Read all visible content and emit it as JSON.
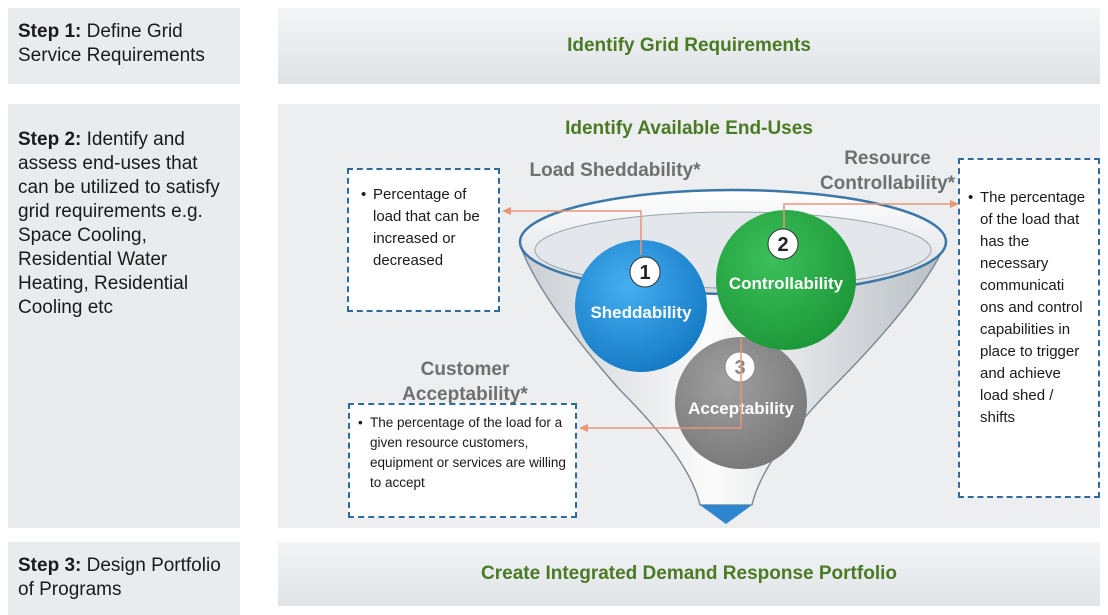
{
  "steps": [
    {
      "label": "Step 1:",
      "text": "Define Grid Service Requirements"
    },
    {
      "label": "Step 2:",
      "text": "Identify and assess end-uses that can be utilized to satisfy grid requirements  e.g. Space Cooling, Residential Water Heating, Residential Cooling  etc"
    },
    {
      "label": "Step 3:",
      "text": "Design Portfolio of Programs"
    }
  ],
  "bands": {
    "top": "Identify Grid Requirements",
    "middle": "Identify Available End-Uses",
    "bottom": "Create Integrated Demand Response Portfolio"
  },
  "callouts": {
    "load_sheddability": {
      "title": "Load Sheddability*",
      "text": "Percentage of load that can be increased or decreased"
    },
    "resource_controllability": {
      "title_line1": "Resource",
      "title_line2": "Controllability*",
      "text": "The percentage of the load that has the necessary communicati ons and control capabilities in place to trigger and achieve load shed / shifts"
    },
    "customer_acceptability": {
      "title_line1": "Customer",
      "title_line2": "Acceptability*",
      "text": "The percentage of the load for a given resource customers, equipment or services  are willing to accept"
    }
  },
  "circles": [
    {
      "number": "1",
      "label": "Sheddability",
      "color": "#1f8fd6"
    },
    {
      "number": "2",
      "label": "Controllability",
      "color": "#2aa845"
    },
    {
      "number": "3",
      "label": "Acceptability",
      "color": "#8a8a8a"
    }
  ],
  "colors": {
    "accent_green": "#4a7a24",
    "dashed_border": "#2d6aa0",
    "connector": "#e8957a",
    "arrow": "#2d86cf"
  }
}
